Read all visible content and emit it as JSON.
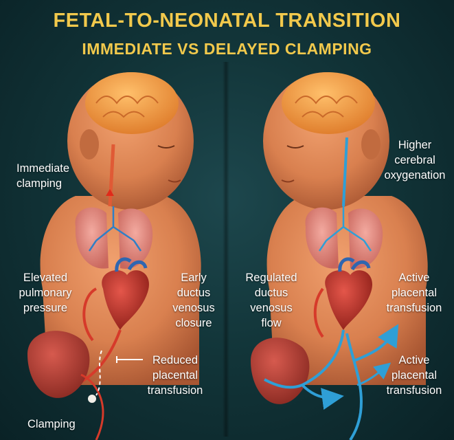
{
  "title": "FETAL-TO-NEONATAL TRANSITION",
  "subtitle": "IMMEDIATE VS DELAYED CLAMPING",
  "left_panel": {
    "immediate_clamping": [
      "Immediate",
      "clamping"
    ],
    "elevated_pressure": [
      "Elevated",
      "pulmonary",
      "pressure"
    ],
    "early_closure": [
      "Early",
      "ductus",
      "venosus",
      "closure"
    ],
    "reduced_transfusion": [
      "Reduced",
      "placental",
      "transfusion"
    ],
    "clamping": "Clamping"
  },
  "right_panel": {
    "higher_oxygenation": [
      "Higher",
      "cerebral",
      "oxygenation"
    ],
    "regulated_flow": [
      "Regulated",
      "ductus",
      "venosus",
      "flow"
    ],
    "active_transfusion_top": [
      "Active",
      "placental",
      "transfusion"
    ],
    "active_transfusion_bottom": [
      "Active",
      "placental",
      "transfusion"
    ]
  },
  "colors": {
    "title": "#f2c94c",
    "background": "#123539",
    "skin": "#e08b5c",
    "brain": "#f4a04e",
    "lung": "#e58d86",
    "heart": "#c7392f",
    "placenta": "#b9443a",
    "artery_red": "#d63a2a",
    "vessel_blue": "#2f9fd6"
  }
}
